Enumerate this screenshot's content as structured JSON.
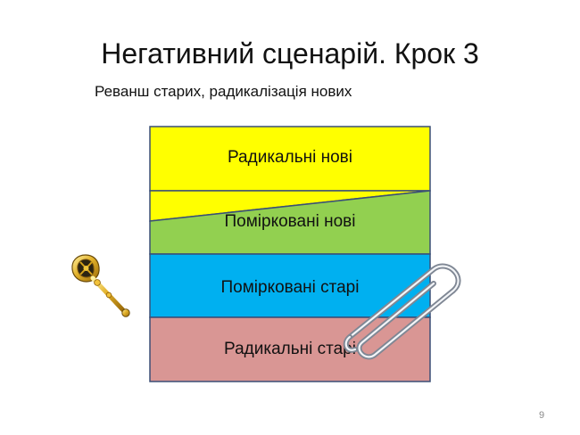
{
  "slide": {
    "title": "Негативний сценарій. Крок 3",
    "subtitle": "Реванш старих, радикалізація нових",
    "page_number": "9"
  },
  "layers": [
    {
      "label": "Радикальні нові",
      "color": "#ffff00"
    },
    {
      "label": "Поміркованi нові",
      "color": "#92d050"
    },
    {
      "label": "Поміркованi старі",
      "color": "#00b0f0"
    },
    {
      "label": "Радикальні старі",
      "color": "#d99694"
    }
  ],
  "icons": {
    "scepter": "scepter-icon",
    "paperclip": "paperclip-icon"
  },
  "colors": {
    "border": "#3a4f77",
    "gold": "#d6a21a",
    "clip": "#7f8794"
  }
}
